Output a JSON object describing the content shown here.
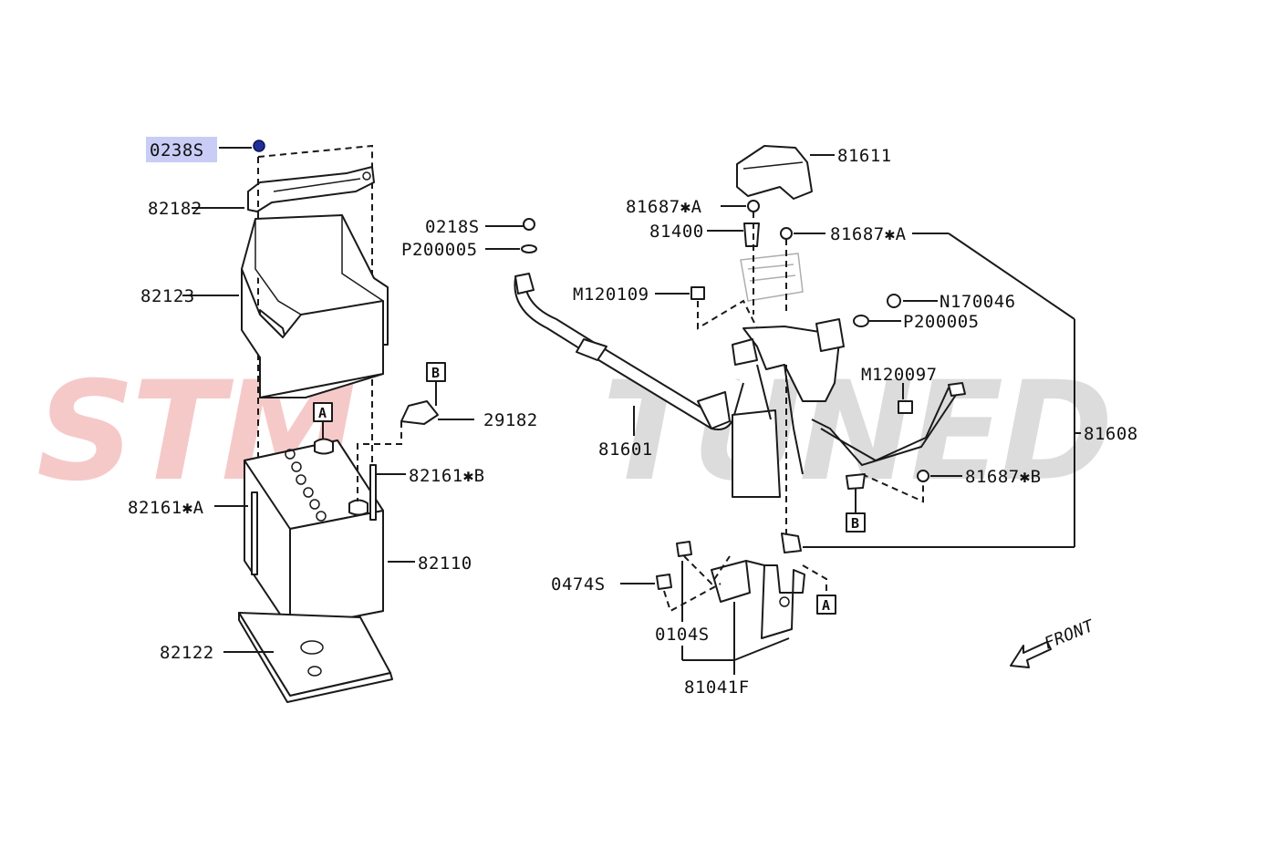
{
  "watermark": {
    "left": "STM",
    "right": "TUNED",
    "color_left": "#f6c9c9",
    "color_right": "#dcdcdc"
  },
  "highlight": {
    "color": "#c9cdf5",
    "dot_color": "#1f2f9a"
  },
  "labels": {
    "p0238s": "0238S",
    "p82182": "82182",
    "p82123": "82123",
    "p82161a": "82161✱A",
    "p82110": "82110",
    "p82122": "82122",
    "p82161b": "82161✱B",
    "p29182": "29182",
    "p0218s": "0218S",
    "p200005a": "P200005",
    "p81601": "81601",
    "p81687a1": "81687✱A",
    "p81400": "81400",
    "p81611": "81611",
    "p81687a2": "81687✱A",
    "m120109": "M120109",
    "n170046": "N170046",
    "p200005b": "P200005",
    "m120097": "M120097",
    "p81608": "81608",
    "p81687b": "81687✱B",
    "p0474s": "0474S",
    "p0104s": "0104S",
    "p81041f": "81041F"
  },
  "markers": {
    "a1": "A",
    "b1": "B",
    "b2": "B",
    "a2": "A"
  },
  "direction": {
    "label": "FRONT",
    "icon": "front-arrow-icon"
  }
}
